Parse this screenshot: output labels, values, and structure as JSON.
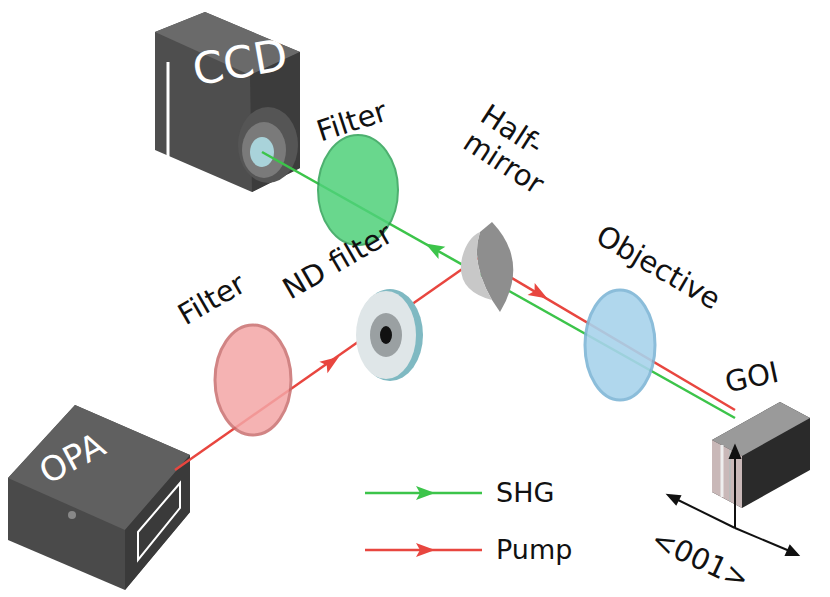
{
  "diagram": {
    "nodes": [
      {
        "text": [
          "CCD"
        ]
      },
      {
        "text": [
          "OPA"
        ]
      }
    ],
    "labels": [
      "Filter",
      "Half- mirror",
      "Objective",
      "Filter",
      "ND filter",
      "GOI",
      "<001>"
    ],
    "legend": [
      {
        "text": "SHG"
      },
      {
        "text": "Pump"
      }
    ]
  }
}
